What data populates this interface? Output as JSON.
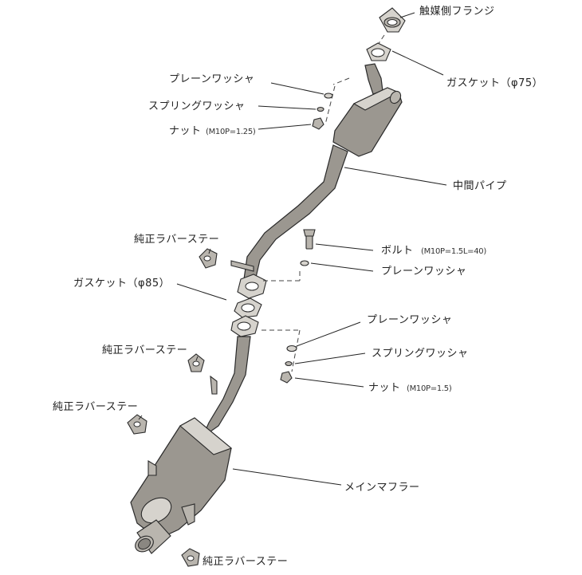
{
  "diagram": {
    "parts": {
      "catalyst_flange": "触媒側フランジ",
      "gasket_top": "ガスケット（φ75）",
      "plain_washer_1": "プレーンワッシャ",
      "spring_washer_1": "スプリングワッシャ",
      "nut_1": "ナット",
      "nut_1_spec": "(M10P=1.25)",
      "center_pipe": "中間パイプ",
      "rubber_stay_1": "純正ラバーステー",
      "bolt": "ボルト",
      "bolt_spec": "(M10P=1.5L=40)",
      "plain_washer_2": "プレーンワッシャ",
      "gasket_mid": "ガスケット（φ85）",
      "plain_washer_3": "プレーンワッシャ",
      "rubber_stay_2": "純正ラバーステー",
      "spring_washer_3": "スプリングワッシャ",
      "nut_3": "ナット",
      "nut_3_spec": "(M10P=1.5)",
      "rubber_stay_3": "純正ラバーステー",
      "main_muffler": "メインマフラー",
      "rubber_stay_4": "純正ラバーステー"
    },
    "colors": {
      "pipe": "#9b9790",
      "outline": "#2a2a2a",
      "text": "#222222"
    }
  }
}
